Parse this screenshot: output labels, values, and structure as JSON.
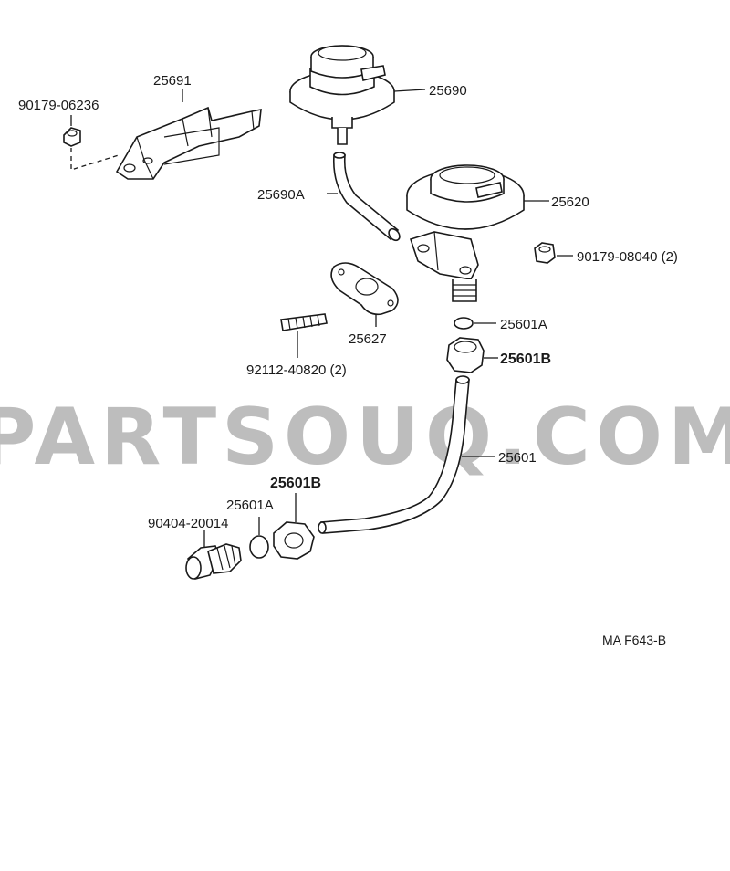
{
  "watermark": "PARTSOUQ.COM",
  "figure_ref": "MA F643-B",
  "parts": {
    "bracket_nut": "90179-06236",
    "bracket": "25691",
    "valve_upper": "25690",
    "hose_upper": "25690A",
    "egr_valve": "25620",
    "nut_right": "90179-08040 (2)",
    "gasket": "25627",
    "stud": "92112-40820 (2)",
    "sleeve_upper": "25601A",
    "union_nut_upper": "25601B",
    "pipe": "25601",
    "union_nut_lower": "25601B",
    "sleeve_lower": "25601A",
    "connector": "90404-20014"
  }
}
